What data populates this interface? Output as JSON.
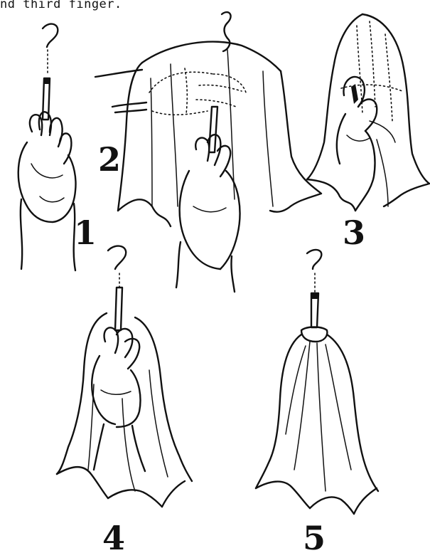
{
  "caption": "nd third finger.",
  "figure_numbers": [
    "1",
    "2",
    "3",
    "4",
    "5"
  ],
  "colors": {
    "ink": "#111111",
    "background": "#ffffff"
  },
  "figures": [
    {
      "number": "1",
      "drawing": "hand-holding-cigarette"
    },
    {
      "number": "2",
      "drawing": "hand-with-handkerchief-draped"
    },
    {
      "number": "3",
      "drawing": "handkerchief-folded-over-hand"
    },
    {
      "number": "4",
      "drawing": "hand-under-handkerchief"
    },
    {
      "number": "5",
      "drawing": "handkerchief-hanging-from-cigarette"
    }
  ]
}
